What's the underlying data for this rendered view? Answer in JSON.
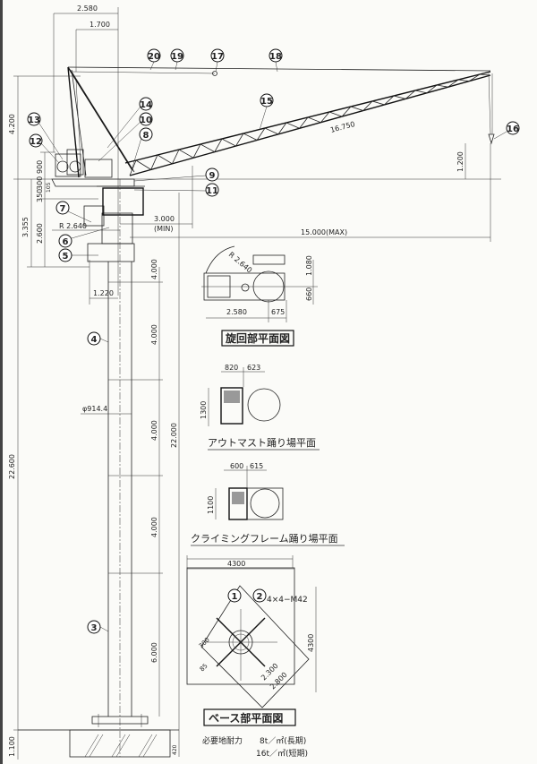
{
  "callouts": {
    "c1": "1",
    "c2": "2",
    "c3": "3",
    "c4": "4",
    "c5": "5",
    "c6": "6",
    "c7": "7",
    "c8": "8",
    "c9": "9",
    "c10": "10",
    "c11": "11",
    "c12": "12",
    "c13": "13",
    "c14": "14",
    "c15": "15",
    "c16": "16",
    "c17": "17",
    "c18": "18",
    "c19": "19",
    "c20": "20"
  },
  "dimensions": {
    "top_2580": "2.580",
    "top_1700": "1.700",
    "h_4200": "4.200",
    "h_22600": "22.600",
    "h_1100": "1.100",
    "h_3355": "3.355",
    "h_2600": "2.600",
    "h_900": "900",
    "h_300": "300",
    "h_350": "350",
    "h_105": "105",
    "r_2640": "R 2.640",
    "min_3000": "3.000",
    "min_label": "(MIN)",
    "max_15000": "15.000(MAX)",
    "jib_16750": "16.750",
    "h_1200": "1.200",
    "w_1220": "1.220",
    "mast_4000_a": "4.000",
    "mast_4000_b": "4.000",
    "mast_4000_c": "4.000",
    "mast_4000_d": "4.000",
    "mast_6000": "6.000",
    "mast_22000": "22.000",
    "mast_dia": "φ914.4",
    "h_420": "420"
  },
  "slewing_plan": {
    "title": "旋回部平面図",
    "radius": "R 2.640",
    "w1": "2.580",
    "w2": "675",
    "h1": "1.080",
    "h2": "660"
  },
  "outmast_plan": {
    "title": "アウトマスト踊り場平面",
    "w1": "820",
    "w2": "623",
    "h": "1300"
  },
  "climbing_plan": {
    "title": "クライミングフレーム踊り場平面",
    "w1": "600",
    "w2": "615",
    "h": "1100"
  },
  "base_plan": {
    "title": "ベース部平面図",
    "w": "4300",
    "h": "4300",
    "bolts": "4×4−M42",
    "d300": "300",
    "d85": "85",
    "d2300": "2.300",
    "d2800": "2.800"
  },
  "bearing": {
    "label": "必要地耐力",
    "long": "8t／㎡(長期)",
    "short": "16t／㎡(短期)"
  }
}
